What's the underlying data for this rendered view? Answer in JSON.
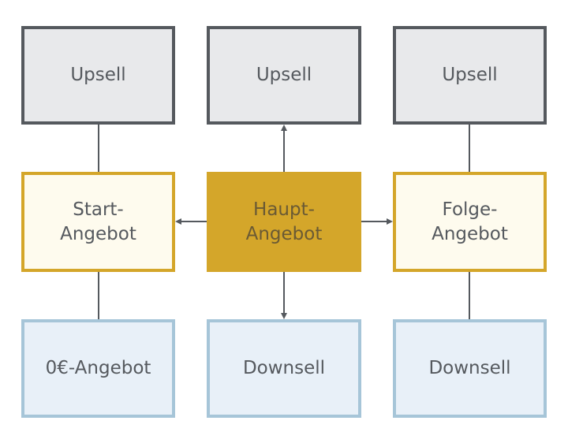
{
  "diagram": {
    "top_row": [
      {
        "label": "Upsell"
      },
      {
        "label": "Upsell"
      },
      {
        "label": "Upsell"
      }
    ],
    "middle_row": {
      "left": {
        "line1": "Start-",
        "line2": "Angebot"
      },
      "center": {
        "line1": "Haupt-",
        "line2": "Angebot"
      },
      "right": {
        "line1": "Folge-",
        "line2": "Angebot"
      }
    },
    "bottom_row": [
      {
        "label": "0€-Angebot"
      },
      {
        "label": "Downsell"
      },
      {
        "label": "Downsell"
      }
    ]
  },
  "colors": {
    "upsell_border": "#55595e",
    "upsell_fill": "#e8e9eb",
    "entry_border": "#d4a62a",
    "entry_fill": "#fefbee",
    "main_fill": "#d4a62a",
    "downsell_border": "#a6c5d8",
    "downsell_fill": "#e8f0f8",
    "connector": "#55595e"
  }
}
